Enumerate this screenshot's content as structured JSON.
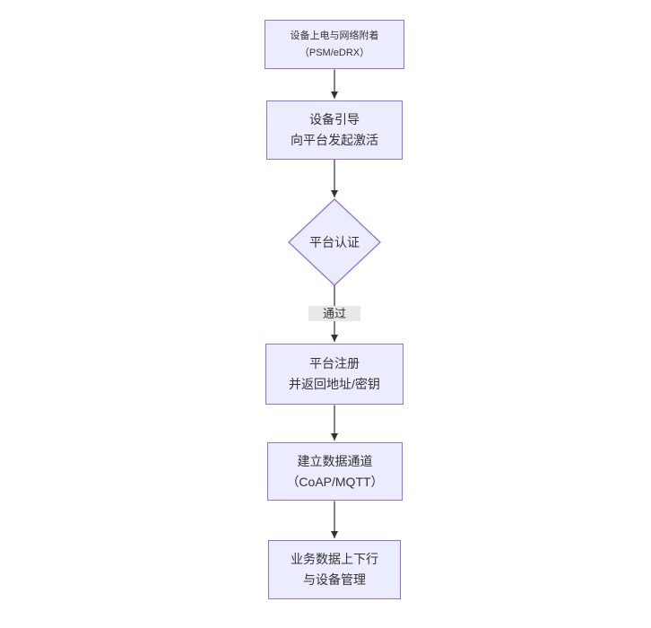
{
  "nodes": {
    "power": {
      "lines": [
        "设备上电与网络附着",
        "（PSM/eDRX）"
      ]
    },
    "boot": {
      "lines": [
        "设备引导",
        "向平台发起激活"
      ]
    },
    "auth": {
      "lines": [
        "平台认证"
      ]
    },
    "register": {
      "lines": [
        "平台注册",
        "并返回地址/密钥"
      ]
    },
    "channel": {
      "lines": [
        "建立数据通道",
        "（CoAP/MQTT）"
      ]
    },
    "business": {
      "lines": [
        "业务数据上下行",
        "与设备管理"
      ]
    }
  },
  "edges": {
    "pass_label": "通过"
  },
  "colors": {
    "node_fill": "#ECECFF",
    "node_border": "#9370DB",
    "text": "#333333",
    "arrow": "#333333",
    "edge_label_bg": "#e8e8e8"
  }
}
